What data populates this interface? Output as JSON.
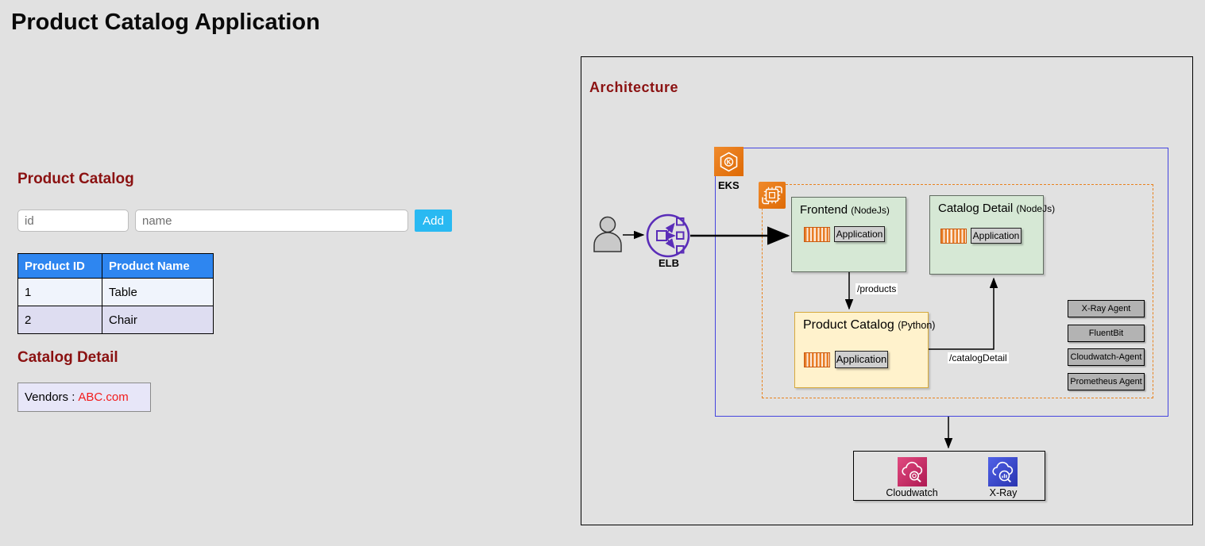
{
  "page": {
    "title": "Product Catalog Application"
  },
  "product_catalog": {
    "heading": "Product Catalog",
    "id_placeholder": "id",
    "name_placeholder": "name",
    "add_button": "Add",
    "table": {
      "headers": [
        "Product ID",
        "Product Name"
      ],
      "rows": [
        [
          "1",
          "Table"
        ],
        [
          "2",
          "Chair"
        ]
      ]
    }
  },
  "catalog_detail": {
    "heading": "Catalog Detail",
    "vendors_label": "Vendors :",
    "vendor_value": "ABC.com"
  },
  "architecture": {
    "heading": "Architecture",
    "eks_label": "EKS",
    "elb_label": "ELB",
    "services": [
      {
        "name": "Frontend",
        "runtime": "(NodeJs)",
        "app_label": "Application"
      },
      {
        "name": "Catalog Detail",
        "runtime": "(NodeJs)",
        "app_label": "Application"
      },
      {
        "name": "Product Catalog",
        "runtime": "(Python)",
        "app_label": "Application"
      }
    ],
    "edges": {
      "products": "/products",
      "catalog_detail": "/catalogDetail"
    },
    "agents": [
      "X-Ray Agent",
      "FluentBit",
      "Cloudwatch-Agent",
      "Prometheus Agent"
    ],
    "monitoring": {
      "cloudwatch": "Cloudwatch",
      "xray": "X-Ray"
    },
    "icons": [
      "user-icon",
      "elb-icon",
      "eks-icon",
      "pod-icon",
      "container-icon",
      "cloudwatch-icon",
      "xray-icon"
    ]
  },
  "colors": {
    "page_bg": "#E1E1E1",
    "heading_red": "#8B1212",
    "table_header_blue": "#2E86F0",
    "row_light": "#F0F4FC",
    "row_lavender": "#DEDDF1",
    "add_button_cyan": "#29B9F2",
    "vendor_red": "#F21B1B",
    "cluster_border_blue": "#4545DE",
    "namespace_dashed_orange": "#E8821E",
    "service_green": "#D6E8D5",
    "service_yellow": "#FFF2CC",
    "aws_orange": "#E87117",
    "elb_purple": "#5A2DB8",
    "cloudwatch_pink": "#C7235C",
    "xray_blue": "#3D4BD0",
    "agent_gray": "#B3B3B3"
  }
}
